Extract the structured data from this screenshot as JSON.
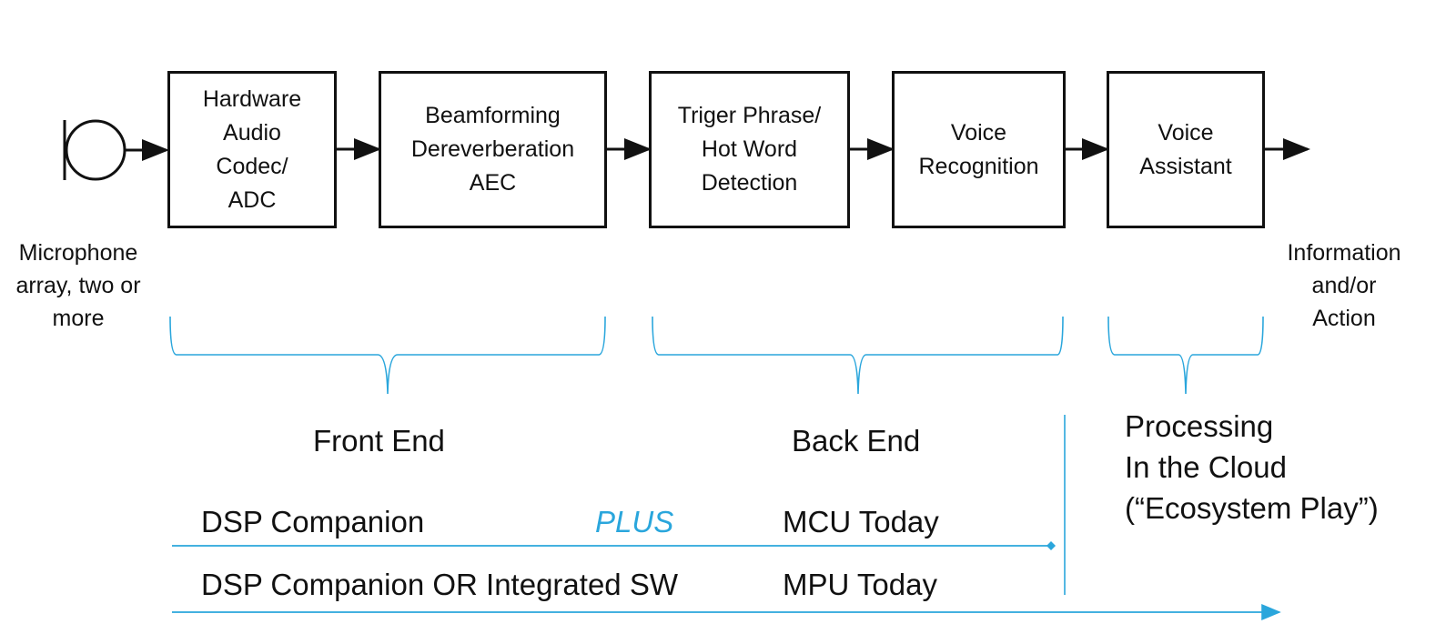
{
  "colors": {
    "accent": "#2aa6dc",
    "stroke": "#111111"
  },
  "pipeline": {
    "input_label": "Microphone\narray, two or\nmore",
    "output_label": "Information\nand/or\nAction",
    "blocks": [
      {
        "label": "Hardware\nAudio\nCodec/\nADC"
      },
      {
        "label": "Beamforming\nDereverberation\nAEC"
      },
      {
        "label": "Triger Phrase/\nHot Word\nDetection"
      },
      {
        "label": "Voice\nRecognition"
      },
      {
        "label": "Voice\nAssistant"
      }
    ]
  },
  "groups": {
    "front_end": "Front End",
    "back_end": "Back End",
    "cloud": "Processing\nIn the Cloud\n(“Ecosystem Play”)"
  },
  "options": {
    "row1_left": "DSP Companion",
    "row1_plus": "PLUS",
    "row1_right": "MCU Today",
    "row2_left": "DSP Companion OR Integrated SW",
    "row2_right": "MPU Today"
  }
}
